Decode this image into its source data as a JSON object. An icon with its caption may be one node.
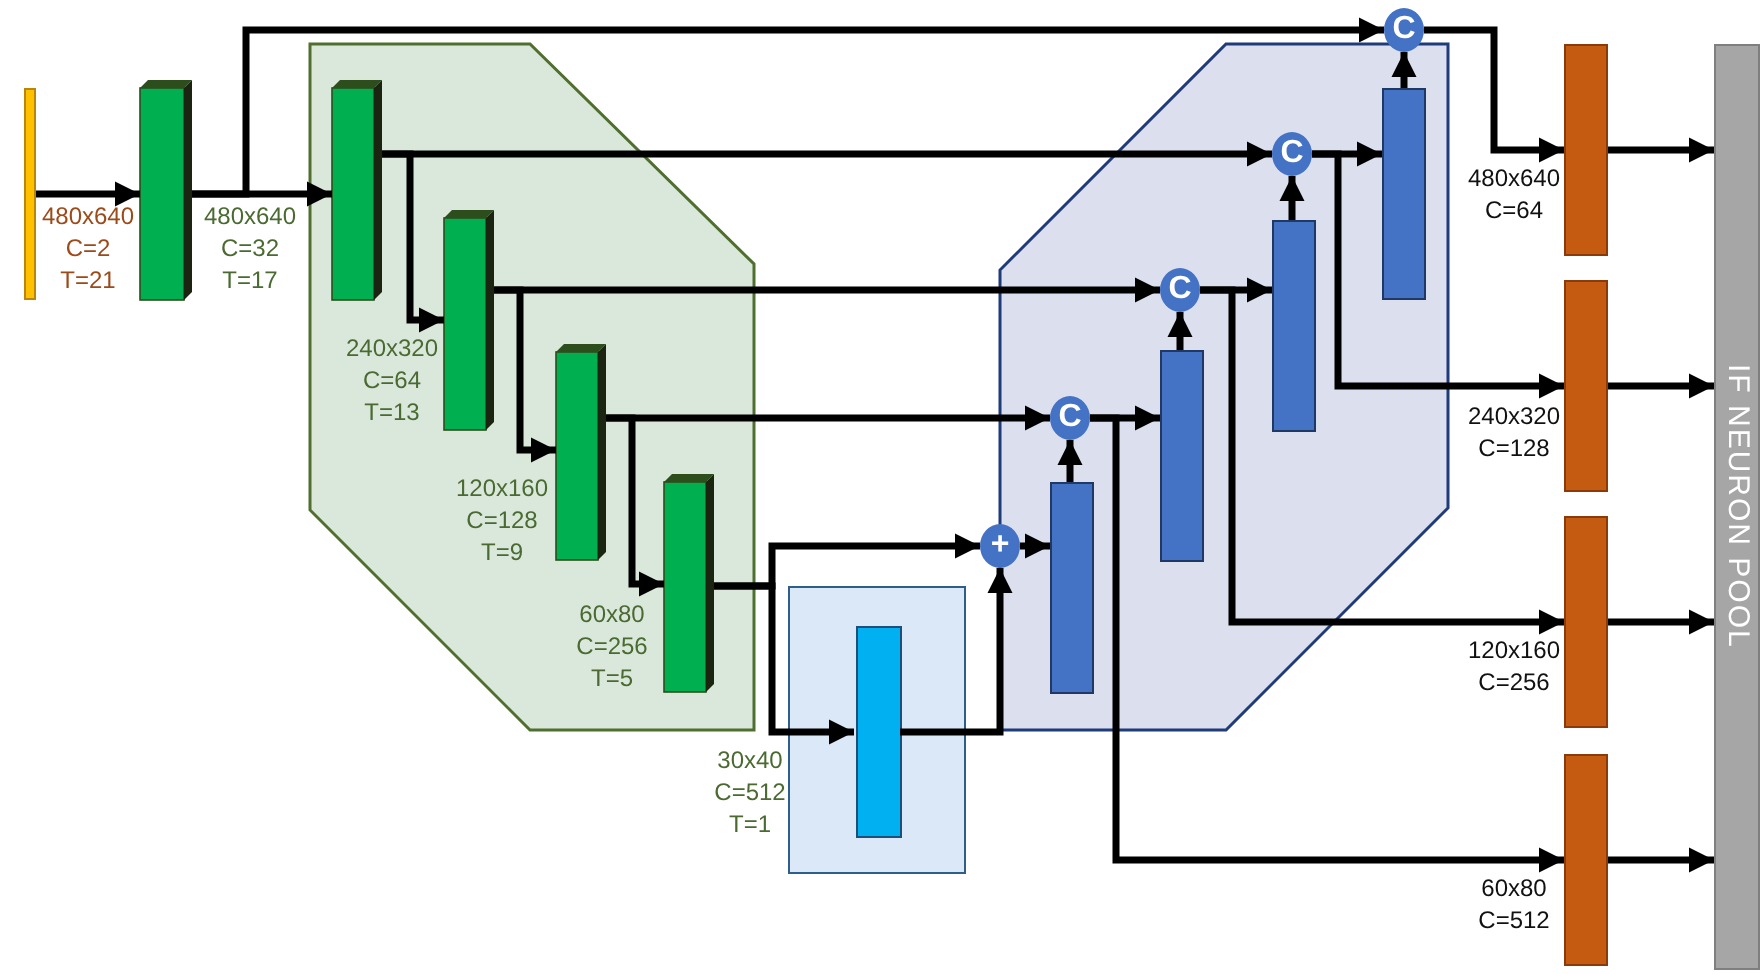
{
  "diagram": {
    "nodes": [
      {
        "text": [],
        "shape": "bar",
        "beside": [
          "480x640 C=2 T=21"
        ]
      },
      {
        "text": [],
        "shape": "bar",
        "beside": [
          "480x640 C=32 T=17"
        ]
      },
      {
        "text": [],
        "shape": "hexagon"
      },
      {
        "text": [],
        "shape": "bar",
        "in": 2
      },
      {
        "text": [],
        "shape": "bar",
        "in": 2,
        "beside": [
          "240x320 C=64 T=13"
        ]
      },
      {
        "text": [],
        "shape": "bar",
        "in": 2,
        "beside": [
          "120x160 C=128 T=9"
        ]
      },
      {
        "text": [],
        "shape": "bar",
        "in": 2,
        "beside": [
          "60x80 C=256 T=5"
        ]
      },
      {
        "text": [],
        "shape": "box",
        "beside": [
          "30x40 C=512 T=1"
        ]
      },
      {
        "text": [],
        "shape": "bar",
        "in": 7
      },
      {
        "text": [],
        "shape": "hexagon"
      },
      {
        "text": [
          "+"
        ]
      },
      {
        "text": [],
        "shape": "bar",
        "in": 9
      },
      {
        "text": [
          "C"
        ],
        "in": 9
      },
      {
        "text": [],
        "shape": "bar",
        "in": 9
      },
      {
        "text": [
          "C"
        ],
        "in": 9
      },
      {
        "text": [],
        "shape": "bar",
        "in": 9
      },
      {
        "text": [
          "C"
        ],
        "in": 9
      },
      {
        "text": [],
        "shape": "bar",
        "in": 9
      },
      {
        "text": [
          "C"
        ]
      },
      {
        "text": [],
        "shape": "bar",
        "beside": [
          "480x640 C=64"
        ]
      },
      {
        "text": [],
        "shape": "bar",
        "beside": [
          "240x320 C=128"
        ]
      },
      {
        "text": [],
        "shape": "bar",
        "beside": [
          "120x160 C=256"
        ]
      },
      {
        "text": [],
        "shape": "bar",
        "beside": [
          "60x80 C=512"
        ]
      },
      {
        "text": [
          "IF NEURON POOL"
        ]
      }
    ],
    "edges": [
      {
        "from": 0,
        "to": 1,
        "arrow": "to"
      },
      {
        "from": 1,
        "to": 3,
        "arrow": "to"
      },
      {
        "from": 1,
        "to": 18,
        "arrow": "to"
      },
      {
        "from": 3,
        "to": 4,
        "arrow": "to"
      },
      {
        "from": 3,
        "to": 16,
        "arrow": "to"
      },
      {
        "from": 4,
        "to": 5,
        "arrow": "to"
      },
      {
        "from": 4,
        "to": 14,
        "arrow": "to"
      },
      {
        "from": 5,
        "to": 6,
        "arrow": "to"
      },
      {
        "from": 5,
        "to": 12,
        "arrow": "to"
      },
      {
        "from": 6,
        "to": 8,
        "arrow": "to"
      },
      {
        "from": 6,
        "to": 10,
        "arrow": "to"
      },
      {
        "from": 8,
        "to": 10,
        "arrow": "to"
      },
      {
        "from": 10,
        "to": 11,
        "arrow": "to"
      },
      {
        "from": 11,
        "to": 12,
        "arrow": "to"
      },
      {
        "from": 12,
        "to": 13,
        "arrow": "to"
      },
      {
        "from": 12,
        "to": 22,
        "arrow": "to"
      },
      {
        "from": 13,
        "to": 14,
        "arrow": "to"
      },
      {
        "from": 14,
        "to": 15,
        "arrow": "to"
      },
      {
        "from": 14,
        "to": 21,
        "arrow": "to"
      },
      {
        "from": 15,
        "to": 16,
        "arrow": "to"
      },
      {
        "from": 16,
        "to": 17,
        "arrow": "to"
      },
      {
        "from": 16,
        "to": 20,
        "arrow": "to"
      },
      {
        "from": 17,
        "to": 18,
        "arrow": "to"
      },
      {
        "from": 18,
        "to": 19,
        "arrow": "to"
      },
      {
        "from": 19,
        "to": 23,
        "arrow": "to"
      },
      {
        "from": 20,
        "to": 23,
        "arrow": "to"
      },
      {
        "from": 21,
        "to": 23,
        "arrow": "to"
      },
      {
        "from": 22,
        "to": 23,
        "arrow": "to"
      }
    ]
  }
}
